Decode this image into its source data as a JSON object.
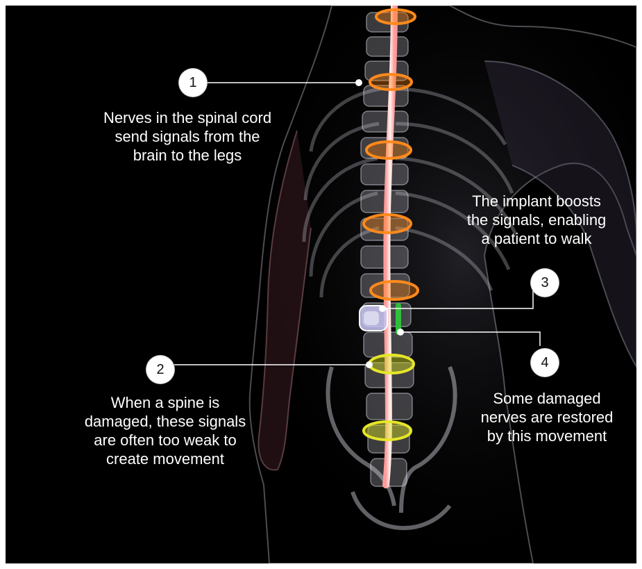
{
  "callouts": [
    {
      "number": "1",
      "lines": [
        "Nerves in the spinal cord",
        "send signals from the",
        "brain to the legs"
      ]
    },
    {
      "number": "2",
      "lines": [
        "When a spine is",
        "damaged, these signals",
        "are often too weak to",
        "create movement"
      ]
    },
    {
      "number": "3",
      "lines": [
        "The implant boosts",
        "the signals, enabling",
        "a patient to walk"
      ]
    },
    {
      "number": "4",
      "lines": [
        "Some damaged",
        "nerves are restored",
        "by this movement"
      ]
    }
  ],
  "colors": {
    "background": "#000000",
    "spinal_cord": "#f6d6d0",
    "healthy_ring": "#ff8a1c",
    "weak_ring": "#e6e62a",
    "implant": "#c9c6f5",
    "restored_segment": "#2fbf3a",
    "leader_line": "#ffffff"
  },
  "icons": [
    "spine-illustration",
    "implant-device-icon"
  ]
}
